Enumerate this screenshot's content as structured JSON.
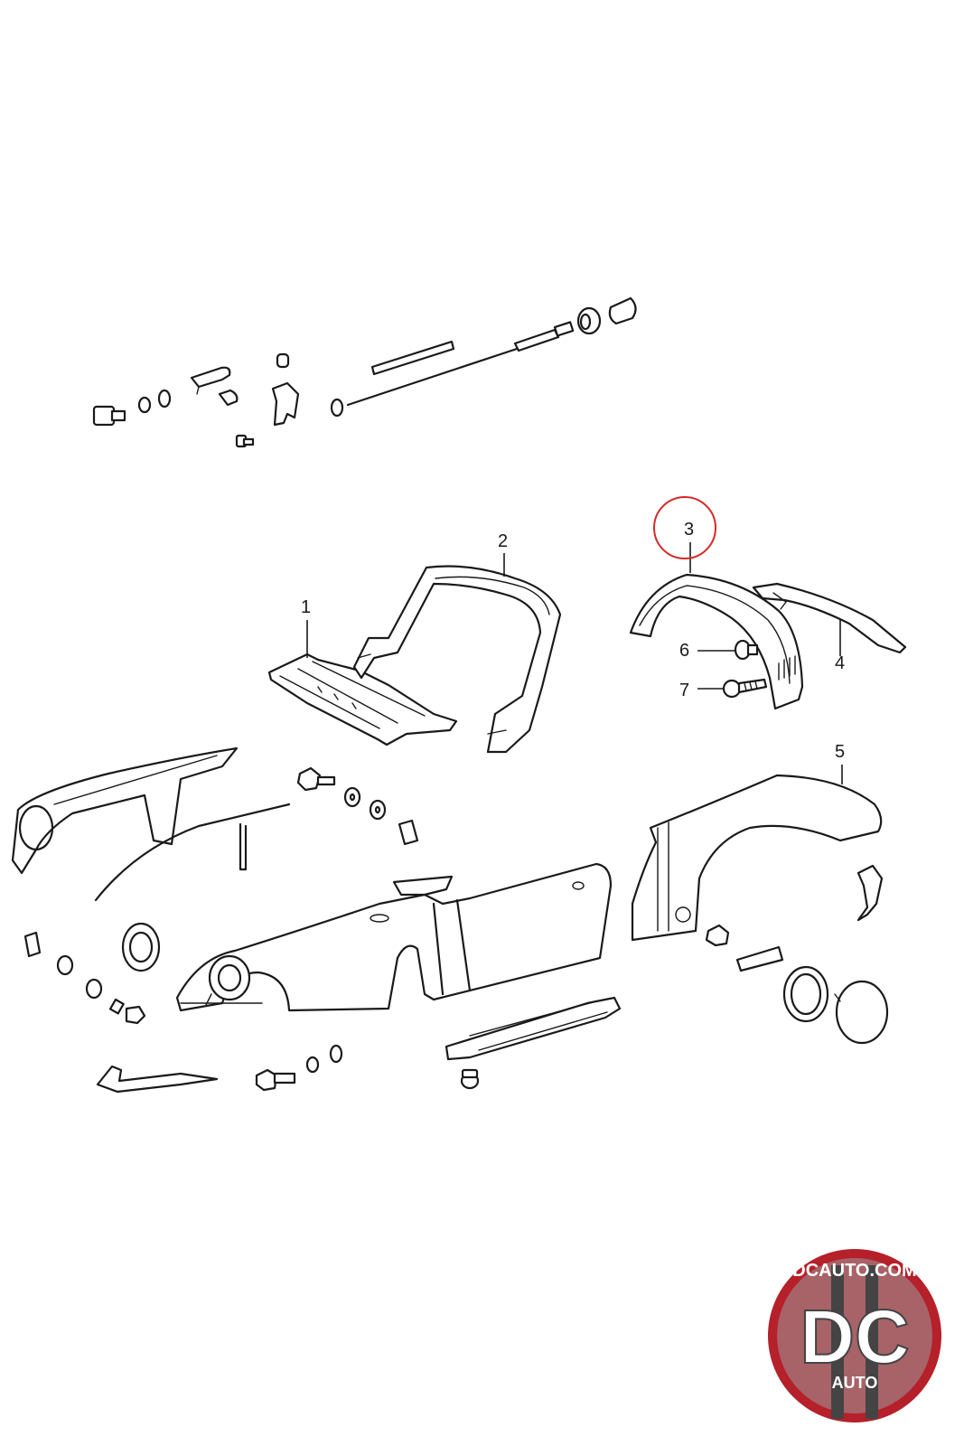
{
  "callouts": [
    {
      "id": "1",
      "label": "1"
    },
    {
      "id": "2",
      "label": "2"
    },
    {
      "id": "3",
      "label": "3"
    },
    {
      "id": "4",
      "label": "4"
    },
    {
      "id": "5",
      "label": "5"
    },
    {
      "id": "6",
      "label": "6"
    },
    {
      "id": "7",
      "label": "7"
    }
  ],
  "highlighted_callout": "3",
  "colors": {
    "line": "#1a1a1a",
    "highlight": "#d62828",
    "logo_red": "#b5202a",
    "logo_grey": "#9a9a9a",
    "logo_dark": "#444444"
  },
  "logo": {
    "top_text": "DCAUTO.COM",
    "main_text": "DC",
    "bottom_text": "AUTO"
  }
}
